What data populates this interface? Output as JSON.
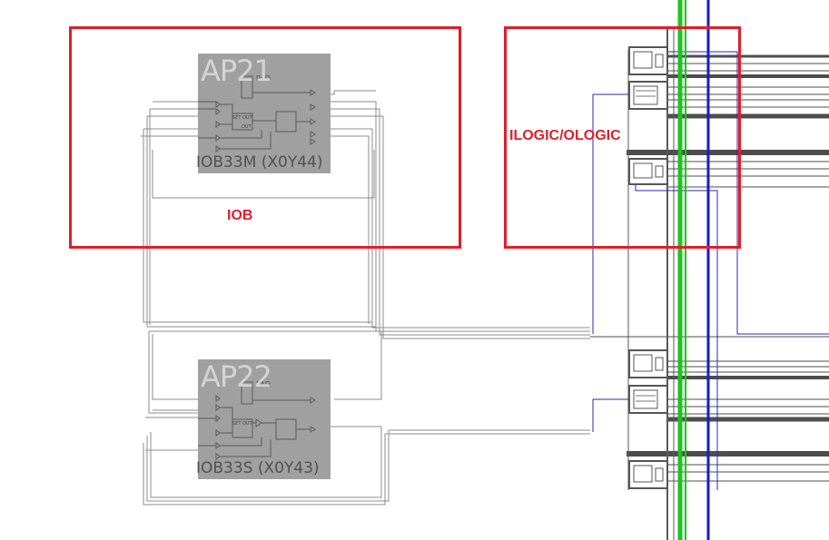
{
  "iob_sites": [
    {
      "pad": "AP21",
      "site": "IOB33M (X0Y44)"
    },
    {
      "pad": "AP22",
      "site": "IOB33S (X0Y43)"
    }
  ],
  "highlights": {
    "iob": {
      "label": "IOB",
      "color": "#e01e2b"
    },
    "logic": {
      "label": "ILOGIC/OLOGIC",
      "color": "#e01e2b"
    }
  },
  "colors": {
    "background": "#ffffff",
    "pad_fill": "#a0a0a0",
    "wire_gray": "#8a8a8a",
    "bus_dark": "#4d4d4d",
    "clock_green": "#1fc31f",
    "clock_blue": "#1a1ac8",
    "net_blue": "#2a2ab0"
  }
}
